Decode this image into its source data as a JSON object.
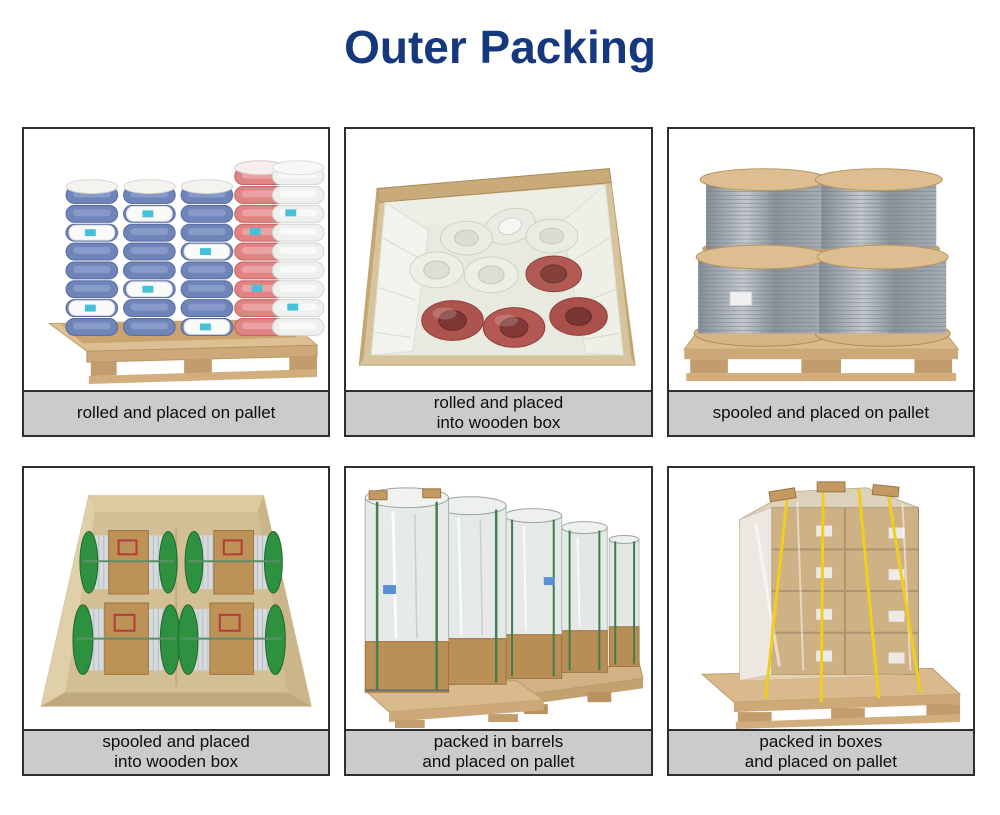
{
  "page": {
    "title": "Outer Packing",
    "accent_color": "#16387e",
    "caption_background": "#cbcbcb",
    "border_color": "#2e2e2e"
  },
  "cells": [
    {
      "id": "coils-on-pallet",
      "caption": "rolled and placed on pallet",
      "photo_description": "stacks of shrink-wrapped blue, red and white hose coils on a wooden pallet"
    },
    {
      "id": "coils-in-box",
      "caption": "rolled and placed\ninto wooden box",
      "photo_description": "white and red hose coils inside a plastic-lined wooden box"
    },
    {
      "id": "spools-on-pallet",
      "caption": "spooled and placed on pallet",
      "photo_description": "four wooden spools of grey tubing stacked two by two on a wooden pallet"
    },
    {
      "id": "spools-in-box",
      "caption": "spooled and placed\ninto wooden box",
      "photo_description": "four green-flanged spools wrapped with cardboard lying inside a wooden box"
    },
    {
      "id": "barrels-on-pallet",
      "caption": "packed in barrels\nand placed on pallet",
      "photo_description": "row of film-wrapped fiber barrels strapped on wooden pallets"
    },
    {
      "id": "boxes-on-pallet",
      "caption": "packed in boxes\nand placed on pallet",
      "photo_description": "cardboard boxes stretch-wrapped with yellow straps on a wooden pallet"
    }
  ]
}
